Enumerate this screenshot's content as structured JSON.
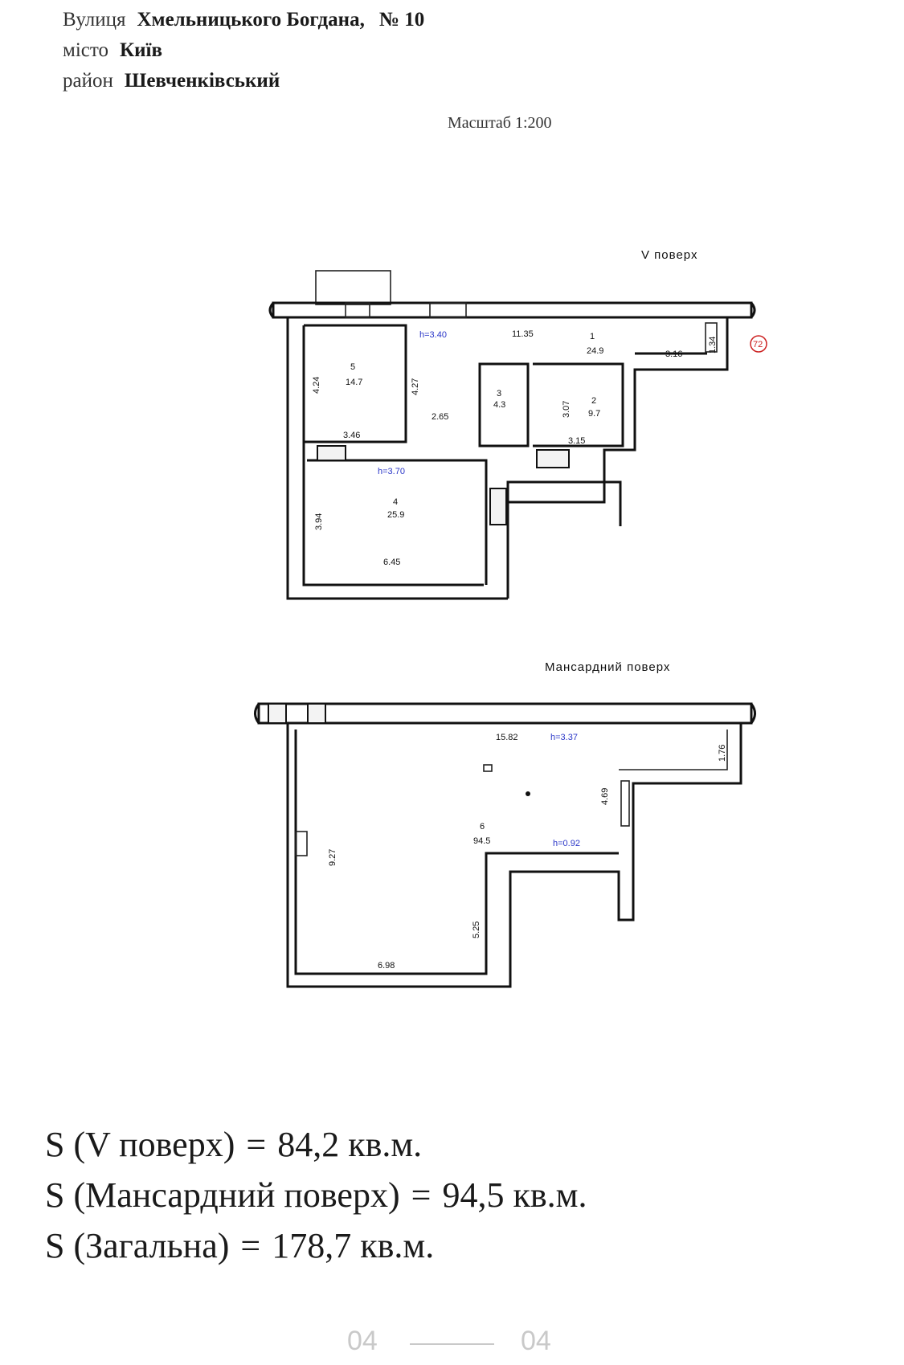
{
  "header": {
    "street_label": "Вулиця",
    "street_value": "Хмельницького Богдана,",
    "house_number": "№ 10",
    "city_label": "місто",
    "city_value": "Київ",
    "district_label": "район",
    "district_value": "Шевченківський",
    "scale": "Масштаб 1:200"
  },
  "floor5": {
    "title": "V поверх",
    "height_main": "h=3.40",
    "height_room4": "h=3.70",
    "rooms": [
      {
        "number": "1",
        "area": "24.9"
      },
      {
        "number": "2",
        "area": "9.7"
      },
      {
        "number": "3",
        "area": "4.3"
      },
      {
        "number": "4",
        "area": "25.9"
      },
      {
        "number": "5",
        "area": "14.7"
      }
    ],
    "dims": {
      "d1135": "11.35",
      "d316": "3.16",
      "d134": "1.34",
      "d424": "4.24",
      "d427": "4.27",
      "d346": "3.46",
      "d265": "2.65",
      "d307": "3.07",
      "d315": "3.15",
      "d394": "3.94",
      "d645": "6.45"
    },
    "marker": "72"
  },
  "attic": {
    "title": "Мансардний поверх",
    "height_main": "h=3.37",
    "height_low": "h=0.92",
    "room_number": "6",
    "room_area": "94.5",
    "dims": {
      "d1582": "15.82",
      "d176": "1.76",
      "d469": "4.69",
      "d927": "9.27",
      "d525": "5.25",
      "d698": "6.98"
    }
  },
  "areas": {
    "floor5_label": "S (V поверх)",
    "floor5_value": "84,2 кв.м.",
    "attic_label": "S (Мансардний поверх)",
    "attic_value": "94,5 кв.м.",
    "total_label": "S (Загальна)",
    "total_value": "178,7 кв.м."
  },
  "pager": {
    "current": "04",
    "total": "04"
  }
}
